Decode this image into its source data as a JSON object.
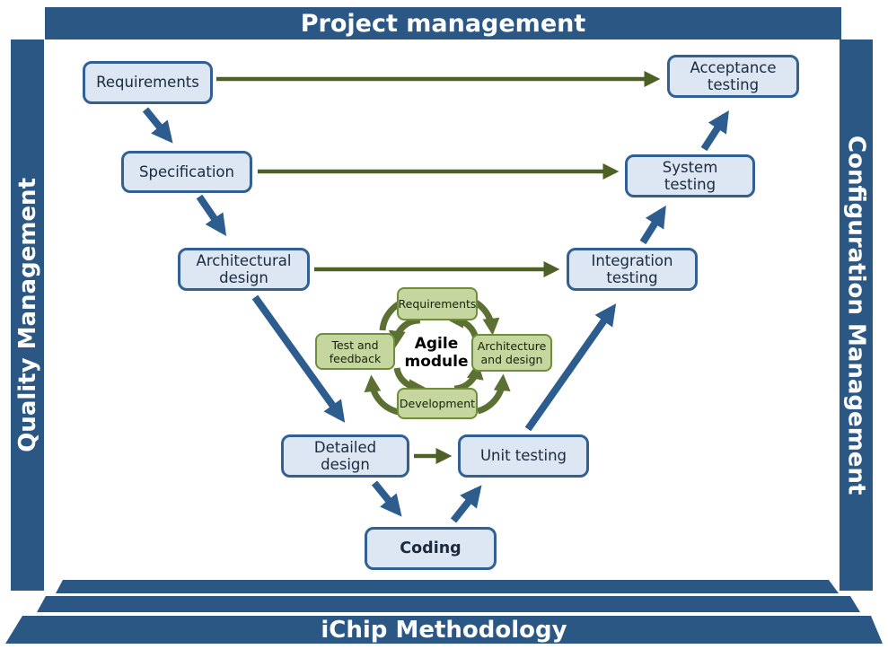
{
  "colors": {
    "banner-blue": "#2b5784",
    "box-fill": "#dde7f3",
    "box-border": "#336093",
    "box-text": "#1c2a3e",
    "blue-arrow": "#2d5c8e",
    "green-fill": "#c5d79e",
    "green-border": "#6e8e3a",
    "green-arrow": "#4d6026",
    "arc-green": "#5c7033"
  },
  "banners": {
    "top": "Project management",
    "left": "Quality Management",
    "right": "Configuration Management",
    "bottom": "iChip Methodology"
  },
  "vmodel": {
    "requirements": "Requirements",
    "specification": "Specification",
    "architectural_design": "Architectural design",
    "detailed_design": "Detailed design",
    "coding": "Coding",
    "unit_testing": "Unit testing",
    "integration_testing": "Integration testing",
    "system_testing": "System testing",
    "acceptance_testing": "Acceptance testing"
  },
  "agile": {
    "title": "Agile module",
    "requirements": "Requirements",
    "architecture_design": "Architecture and design",
    "development": "Development",
    "test_feedback": "Test and feedback"
  }
}
